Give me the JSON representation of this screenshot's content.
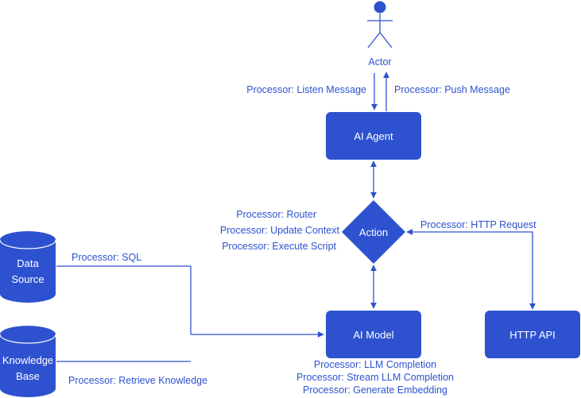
{
  "colors": {
    "primary": "#2E52CF",
    "text_on_node": "#FFFFFF",
    "background": "#FFFFFF"
  },
  "actor": {
    "label": "Actor"
  },
  "nodes": {
    "ai_agent": "AI Agent",
    "action": "Action",
    "ai_model": "AI Model",
    "http_api": "HTTP API",
    "data_source": [
      "Data",
      "Source"
    ],
    "knowledge_base": [
      "Knowledge",
      "Base"
    ]
  },
  "edges": {
    "listen_message": "Processor: Listen Message",
    "push_message": "Processor: Push Message",
    "router": "Processor: Router",
    "update_context": "Processor: Update Context",
    "execute_script": "Processor: Execute Script",
    "http_request": "Processor: HTTP Request",
    "sql": "Processor: SQL",
    "retrieve_knowledge": "Processor: Retrieve Knowledge",
    "llm_completion": "Processor: LLM Completion",
    "stream_llm_completion": "Processor: Stream LLM Completion",
    "generate_embedding": "Processor: Generate Embedding"
  }
}
